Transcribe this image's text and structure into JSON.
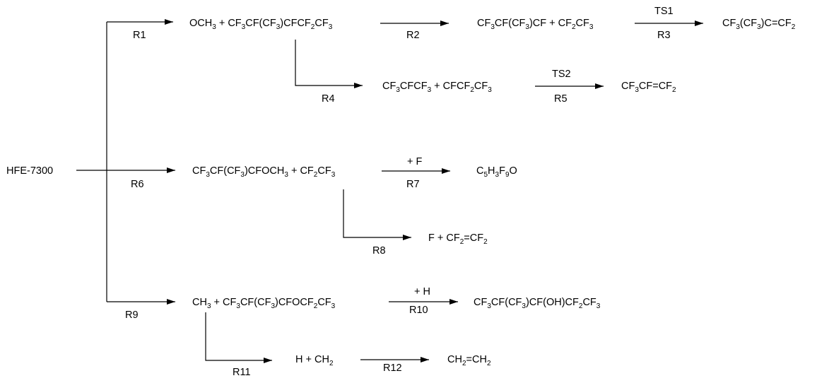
{
  "start": "HFE-7300",
  "reaction_labels": {
    "r1": "R1",
    "r2": "R2",
    "r3": "R3",
    "r4": "R4",
    "r5": "R5",
    "r6": "R6",
    "r7": "R7",
    "r8": "R8",
    "r9": "R9",
    "r10": "R10",
    "r11": "R11",
    "r12": "R12"
  },
  "arrow_labels": {
    "ts1": "TS1",
    "ts2": "TS2",
    "plus_f": "+ F",
    "plus_h": "+ H"
  },
  "species": {
    "r1_products": "OCH<sub>3</sub> + CF<sub>3</sub>CF(CF<sub>3</sub>)CFCF<sub>2</sub>CF<sub>3</sub>",
    "r2_products": "CF<sub>3</sub>CF(CF<sub>3</sub>)CF + CF<sub>2</sub>CF<sub>3</sub>",
    "r3_product": "CF<sub>3</sub>(CF<sub>3</sub>)C=CF<sub>2</sub>",
    "r4_products": "CF<sub>3</sub>CFCF<sub>3</sub> + CFCF<sub>2</sub>CF<sub>3</sub>",
    "r5_product": "CF<sub>3</sub>CF=CF<sub>2</sub>",
    "r6_products": "CF<sub>3</sub>CF(CF<sub>3</sub>)CFOCH<sub>3</sub> + CF<sub>2</sub>CF<sub>3</sub>",
    "r7_product": "C<sub>5</sub>H<sub>3</sub>F<sub>9</sub>O",
    "r8_products": "F + CF<sub>2</sub>=CF<sub>2</sub>",
    "r9_products": "CH<sub>3</sub> + CF<sub>3</sub>CF(CF<sub>3</sub>)CFOCF<sub>2</sub>CF<sub>3</sub>",
    "r10_product": "CF<sub>3</sub>CF(CF<sub>3</sub>)CF(OH)CF<sub>2</sub>CF<sub>3</sub>",
    "r11_products": "H + CH<sub>2</sub>",
    "r12_product": "CH<sub>2</sub>=CH<sub>2</sub>"
  }
}
